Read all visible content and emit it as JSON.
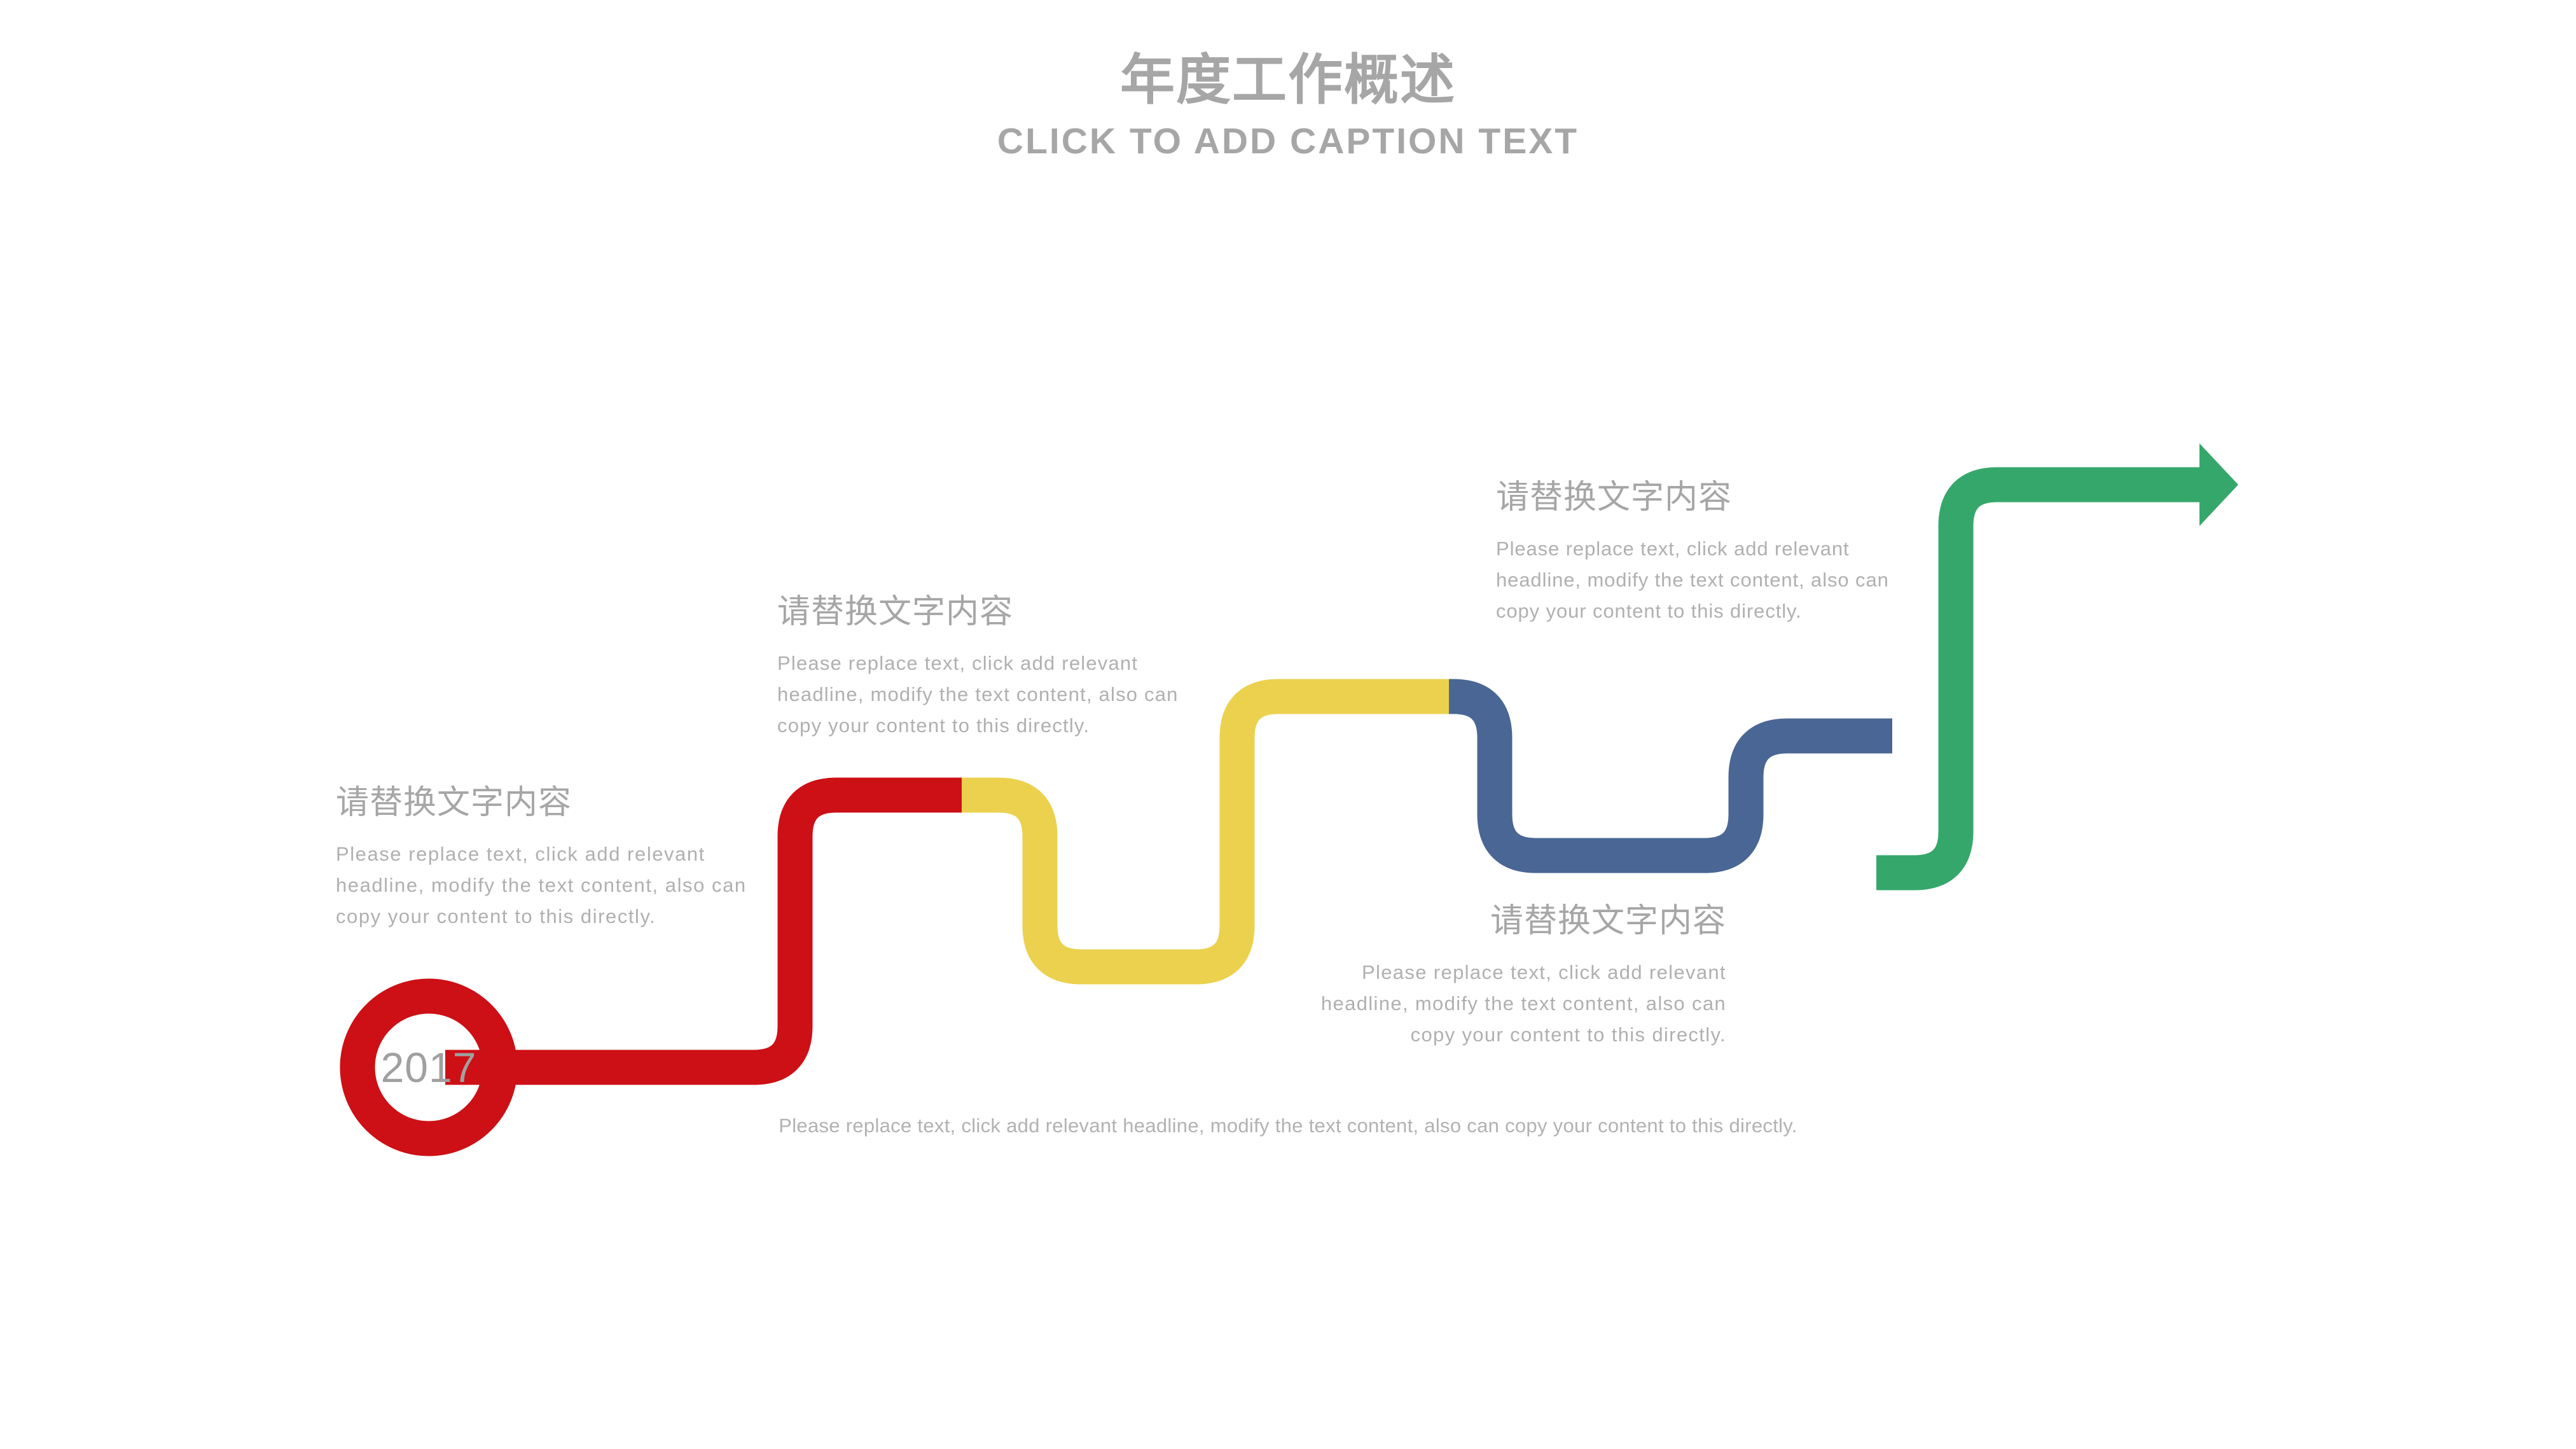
{
  "header": {
    "title": "年度工作概述",
    "subtitle": "CLICK TO ADD CAPTION TEXT"
  },
  "timeline": {
    "year_label": "2017",
    "colors": {
      "red": "#CC1016",
      "yellow": "#EBD14E",
      "blue": "#4A6694",
      "green": "#36A76B",
      "text_gray": "#A6A6A6",
      "body_gray": "#B0B0B0",
      "background": "#FFFFFF"
    },
    "steps": [
      {
        "heading": "请替换文字内容",
        "body": "Please replace text, click add relevant headline, modify the text content, also can copy your content to this directly.",
        "color": "#CC1016"
      },
      {
        "heading": "请替换文字内容",
        "body": "Please replace text, click add relevant headline, modify the text content, also can copy your content to this directly.",
        "color": "#EBD14E"
      },
      {
        "heading": "请替换文字内容",
        "body": "Please replace text, click add relevant headline, modify the text content, also can copy your content to this directly.",
        "color": "#4A6694"
      },
      {
        "heading": "请替换文字内容",
        "body": "Please replace text, click add relevant headline, modify the text content, also can copy your content to this directly.",
        "color": "#36A76B"
      }
    ]
  },
  "footer": {
    "caption": "Please replace text, click add relevant headline, modify the text content, also can copy your content to this directly."
  }
}
